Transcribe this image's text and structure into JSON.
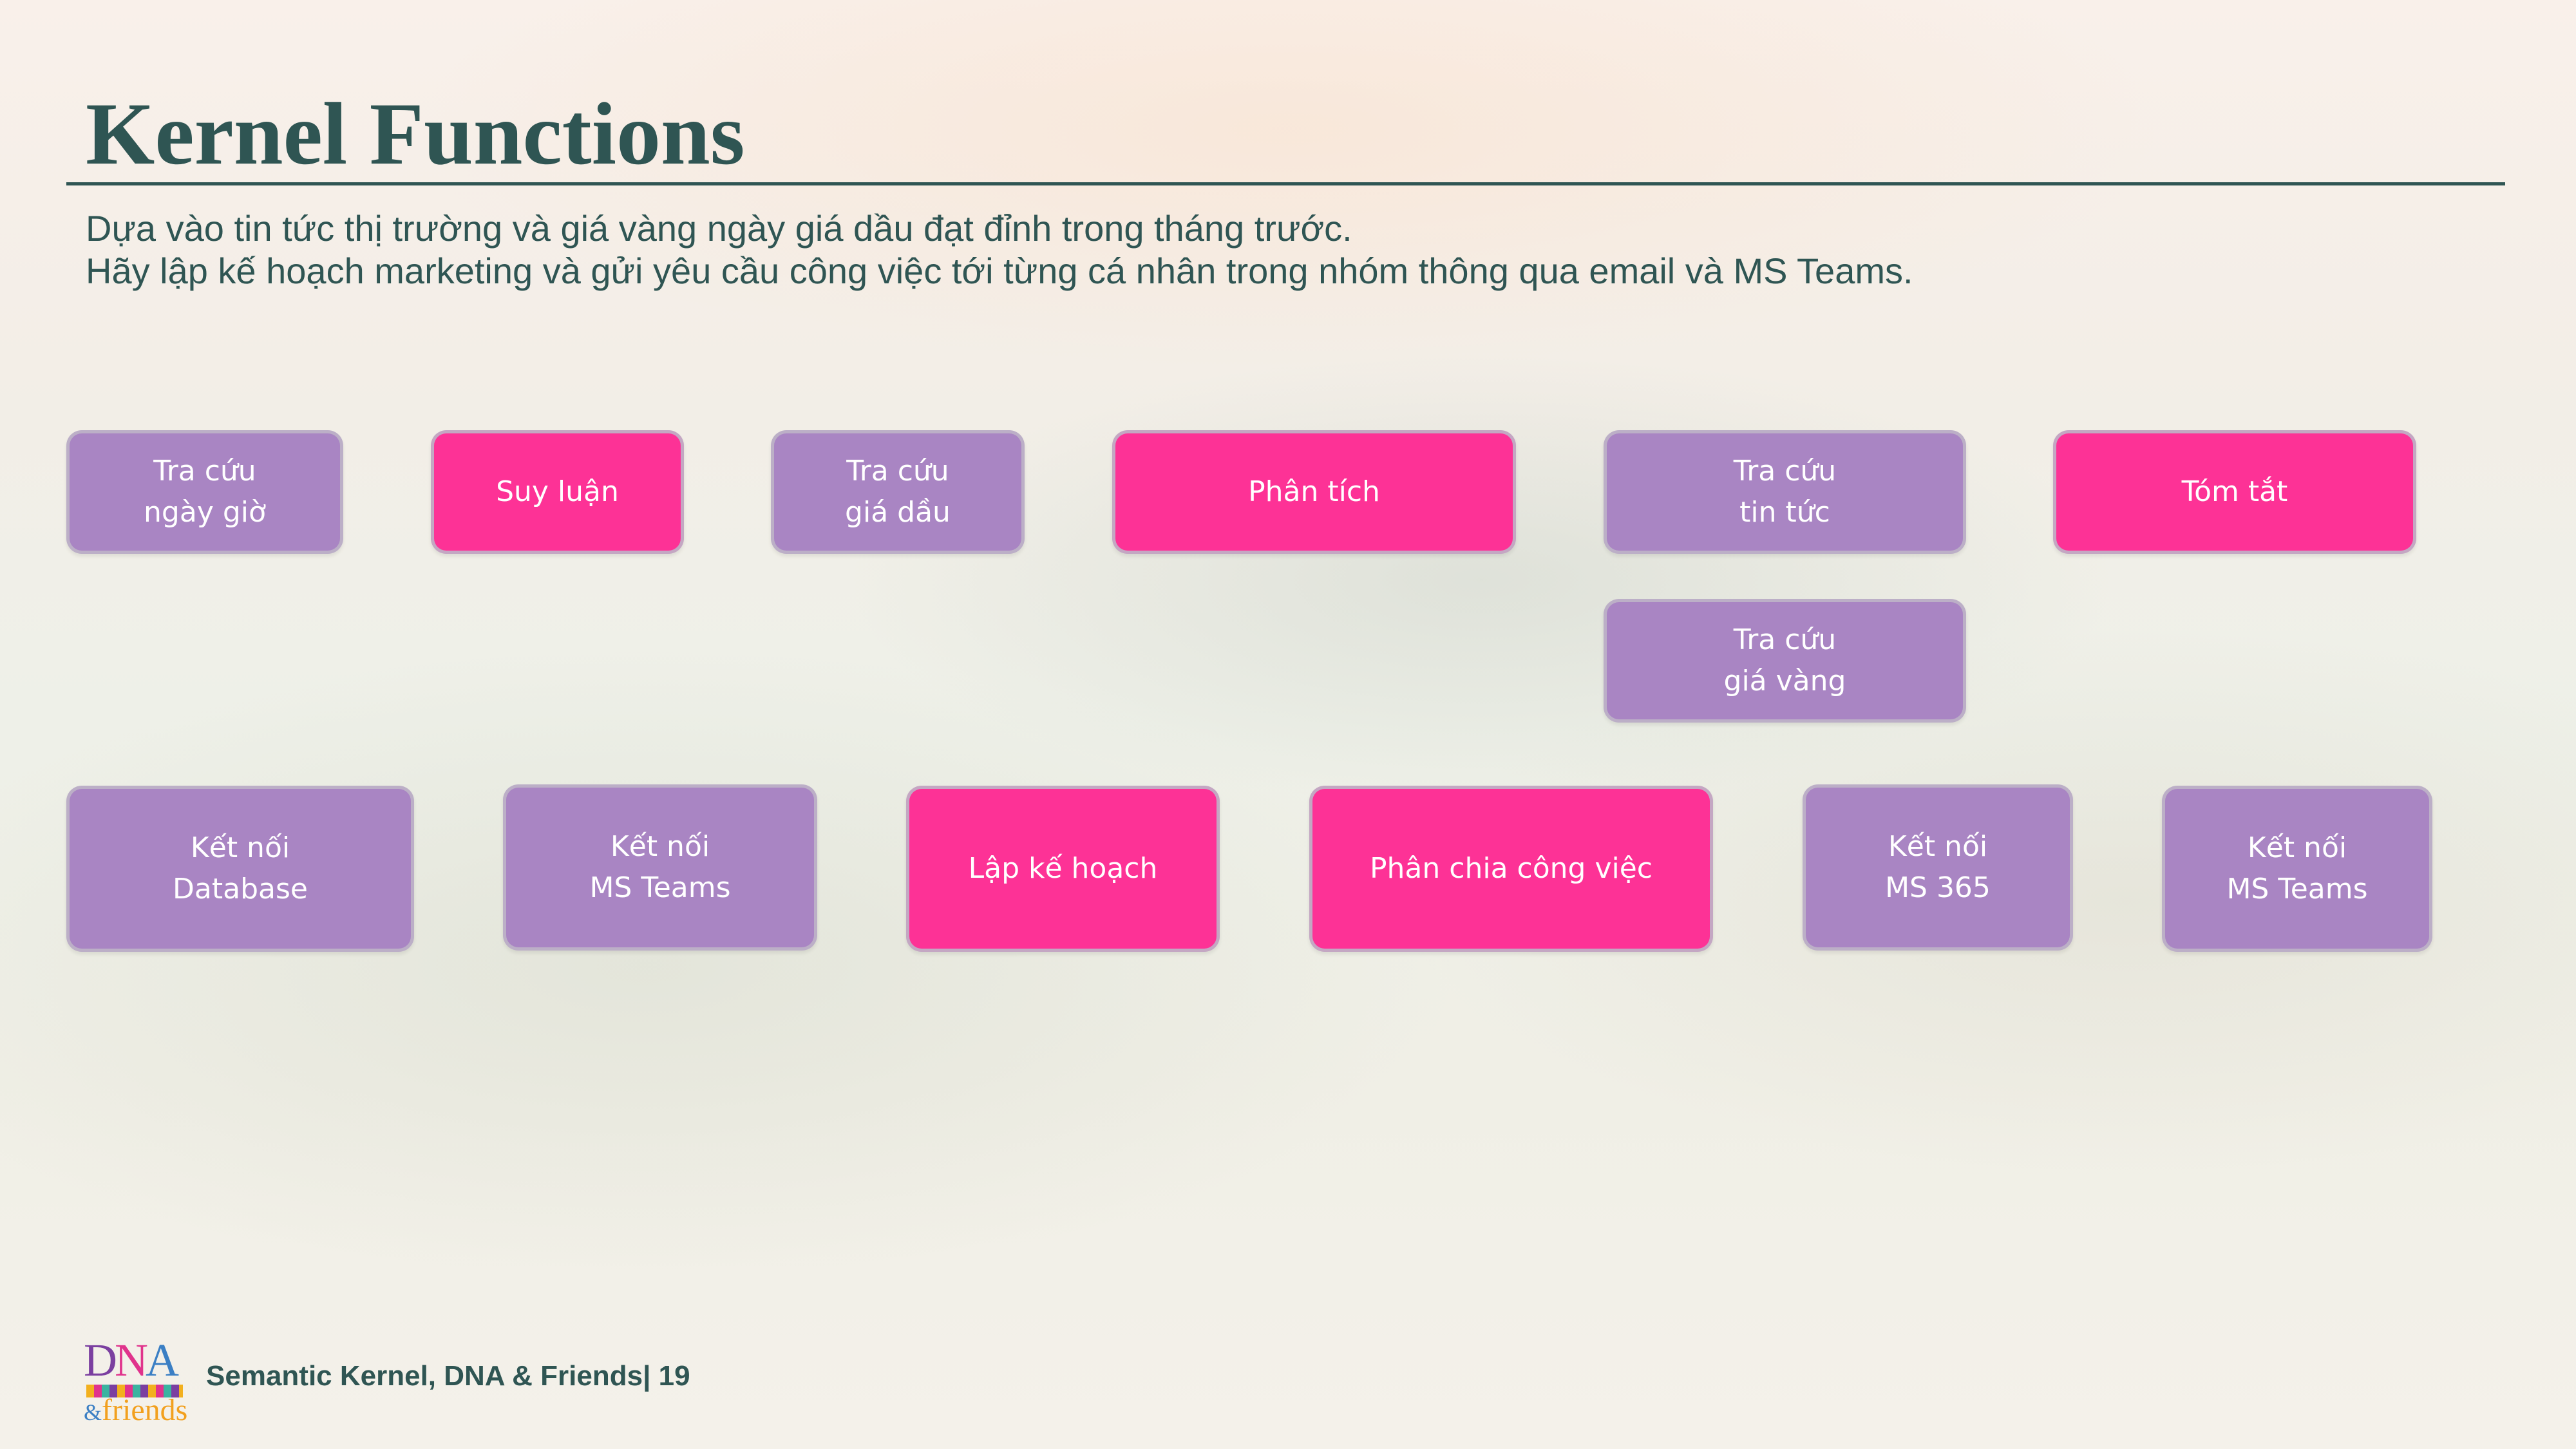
{
  "slide": {
    "title": "Kernel Functions",
    "subtitle_line1": "Dựa vào tin tức thị trường và giá vàng ngày giá dầu đạt đỉnh trong tháng trước.",
    "subtitle_line2": "Hãy lập kế hoạch marketing và gửi yêu cầu công việc tới từng cá nhân trong nhóm thông qua email và MS Teams."
  },
  "colors": {
    "connector": "#a985c3",
    "function": "#fd3296",
    "title": "#2f5553"
  },
  "nodes": [
    {
      "id": "tra-cuu-ngay-gio",
      "label": "Tra cứu\nngày giờ",
      "kind": "connector"
    },
    {
      "id": "suy-luan",
      "label": "Suy luận",
      "kind": "function"
    },
    {
      "id": "tra-cuu-gia-dau",
      "label": "Tra cứu\ngiá dầu",
      "kind": "connector"
    },
    {
      "id": "phan-tich",
      "label": "Phân tích",
      "kind": "function"
    },
    {
      "id": "tra-cuu-tin-tuc",
      "label": "Tra cứu\ntin tức",
      "kind": "connector"
    },
    {
      "id": "tom-tat",
      "label": "Tóm tắt",
      "kind": "function"
    },
    {
      "id": "tra-cuu-gia-vang",
      "label": "Tra cứu\ngiá vàng",
      "kind": "connector"
    },
    {
      "id": "ket-noi-database",
      "label": "Kết nối\nDatabase",
      "kind": "connector"
    },
    {
      "id": "ket-noi-ms-teams-1",
      "label": "Kết nối\nMS Teams",
      "kind": "connector"
    },
    {
      "id": "lap-ke-hoach",
      "label": "Lập kế hoạch",
      "kind": "function"
    },
    {
      "id": "phan-chia-cong-viec",
      "label": "Phân chia công việc",
      "kind": "function"
    },
    {
      "id": "ket-noi-ms-365",
      "label": "Kết nối\nMS 365",
      "kind": "connector"
    },
    {
      "id": "ket-noi-ms-teams-2",
      "label": "Kết nối\nMS Teams",
      "kind": "connector"
    }
  ],
  "footer": {
    "text": "Semantic Kernel, DNA & Friends|  19",
    "logo_dna": "DNA",
    "logo_amp": "&",
    "logo_friends": "friends"
  }
}
